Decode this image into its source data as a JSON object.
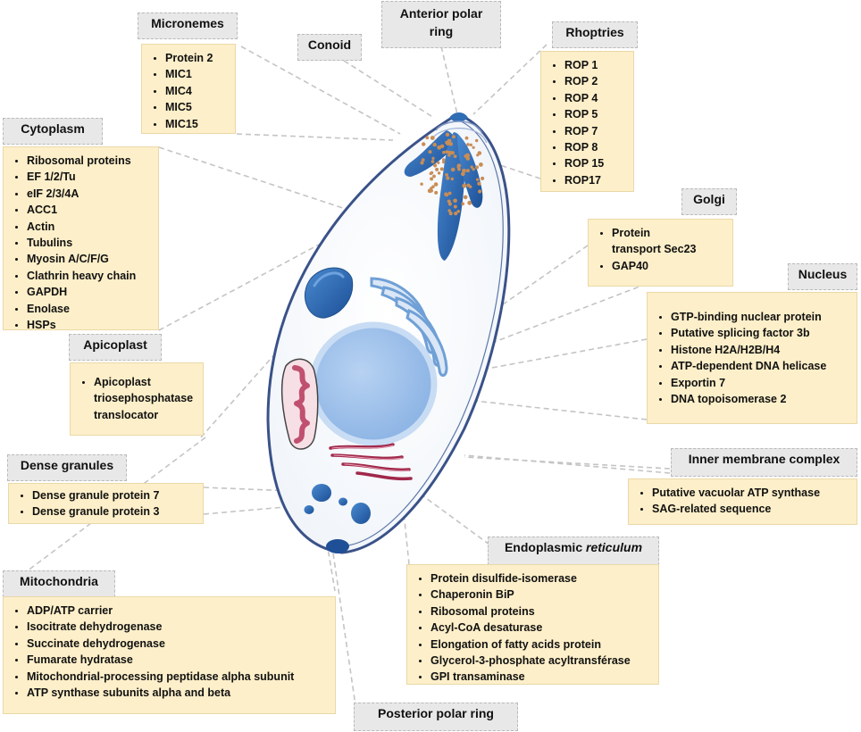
{
  "organelles": {
    "micronemes": {
      "title": "Micronemes",
      "items": [
        "Protein 2",
        "MIC1",
        "MIC4",
        "MIC5",
        "MIC15"
      ]
    },
    "conoid": {
      "title": "Conoid"
    },
    "anterior_polar_ring": {
      "title_line1": "Anterior polar",
      "title_line2": "ring"
    },
    "rhoptries": {
      "title": "Rhoptries",
      "items": [
        "ROP 1",
        "ROP 2",
        "ROP 4",
        "ROP 5",
        "ROP 7",
        "ROP 8",
        "ROP 15",
        "ROP17"
      ]
    },
    "cytoplasm": {
      "title": "Cytoplasm",
      "items": [
        "Ribosomal proteins",
        "EF 1/2/Tu",
        "eIF 2/3/4A",
        "ACC1",
        "Actin",
        "Tubulins",
        "Myosin A/C/F/G",
        "Clathrin heavy chain",
        "GAPDH",
        "Enolase",
        "HSPs"
      ]
    },
    "golgi": {
      "title": "Golgi",
      "items": [
        "Protein transport Sec23",
        "GAP40"
      ]
    },
    "nucleus": {
      "title": "Nucleus",
      "items": [
        "GTP-binding nuclear protein",
        "Putative splicing factor 3b",
        "Histone H2A/H2B/H4",
        "ATP-dependent DNA helicase",
        "Exportin 7",
        "DNA topoisomerase 2"
      ]
    },
    "apicoplast": {
      "title": "Apicoplast",
      "items": [
        "Apicoplast triosephosphatase translocator"
      ]
    },
    "dense_granules": {
      "title": "Dense granules",
      "items": [
        "Dense granule protein 7",
        "Dense granule protein 3"
      ]
    },
    "inner_membrane_complex": {
      "title": "Inner membrane complex",
      "items": [
        "Putative vacuolar ATP synthase",
        "SAG-related sequence"
      ]
    },
    "mitochondria": {
      "title": "Mitochondria",
      "items": [
        "ADP/ATP carrier",
        "Isocitrate dehydrogenase",
        "Succinate dehydrogenase",
        "Fumarate hydratase",
        "Mitochondrial-processing peptidase alpha subunit",
        "ATP synthase subunits alpha and beta"
      ]
    },
    "endoplasmic_reticulum": {
      "title_prefix": "Endoplasmic",
      "title_italic": "reticulum",
      "items": [
        "Protein disulfide-isomerase",
        "Chaperonin BiP",
        "Ribosomal proteins",
        "Acyl-CoA desaturase",
        "Elongation of fatty acids protein",
        "Glycerol-3-phosphate acyltransférase",
        "GPI transaminase"
      ]
    },
    "posterior_polar_ring": {
      "title": "Posterior polar ring"
    }
  },
  "colors": {
    "title_bg": "#e8e8e8",
    "box_bg": "#fdefc9",
    "cell_outline": "#3a5289",
    "organelle_blue": "#2f6db5",
    "nucleus_blue": "#9cc0ea",
    "mitochondria_pink": "#e7a7b9",
    "er_red": "#a0284a",
    "rhoptry_dots": "#c98d55"
  }
}
